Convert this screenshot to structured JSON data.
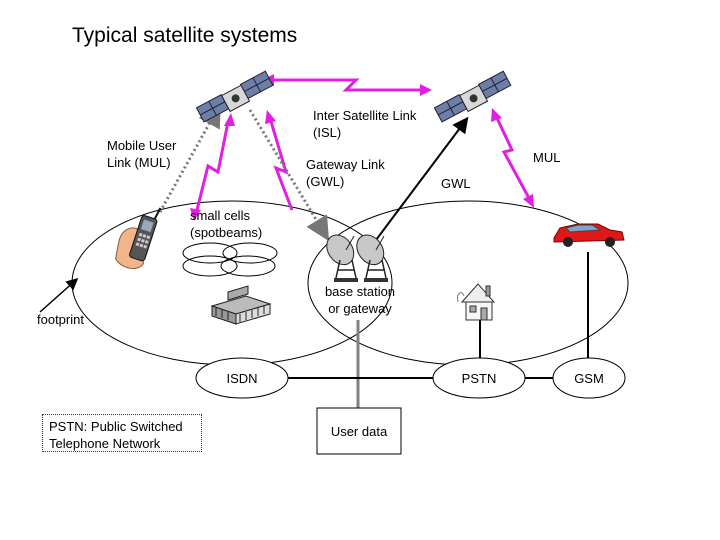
{
  "title": "Typical satellite systems",
  "labels": {
    "isl": "Inter Satellite Link (ISL)",
    "mul_left": "Mobile User Link (MUL)",
    "mul_right": "MUL",
    "gwl_left": "Gateway Link (GWL)",
    "gwl_right": "GWL",
    "small_cells": "small cells (spotbeams)",
    "base_station": "base station or gateway",
    "footprint": "footprint",
    "isdn": "ISDN",
    "pstn": "PSTN",
    "gsm": "GSM",
    "user_data": "User data",
    "pstn_note": "PSTN: Public Switched Telephone Network"
  },
  "colors": {
    "link_magenta": "#e020e0",
    "car_red": "#e01818",
    "network_line": "#000000",
    "user_data_line": "#808080"
  },
  "icons": [
    "satellite-icon",
    "mobile-phone-icon",
    "dish-antenna-icon",
    "building-icon",
    "house-icon",
    "car-icon"
  ]
}
